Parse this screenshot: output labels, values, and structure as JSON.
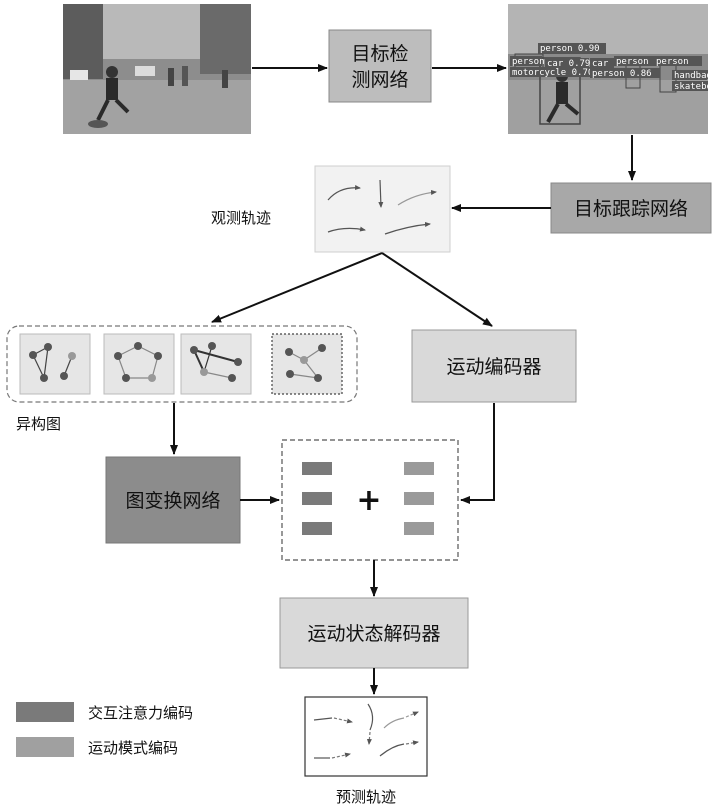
{
  "boxes": {
    "detection_line1": "目标检",
    "detection_line2": "测网络",
    "tracking": "目标跟踪网络",
    "motion_encoder": "运动编码器",
    "graph_transform": "图变换网络",
    "motion_decoder": "运动状态解码器"
  },
  "labels": {
    "observed": "观测轨迹",
    "hetero_graph": "异构图",
    "predicted": "预测轨迹",
    "plus": "+"
  },
  "legend": {
    "interaction": "交互注意力编码",
    "motion": "运动模式编码"
  },
  "detections": [
    "person 0.90",
    "person",
    "car 0.79",
    "motorcycle 0.70",
    "car",
    "person 0.85",
    "person 0.86",
    "person",
    "handbag",
    "skateboard"
  ],
  "colors": {
    "box_light": "#d9d9d9",
    "box_mid": "#a8a8a8",
    "box_dark": "#8c8c8c",
    "bar_dark": "#7a7a7a",
    "bar_light": "#9a9a9a"
  }
}
